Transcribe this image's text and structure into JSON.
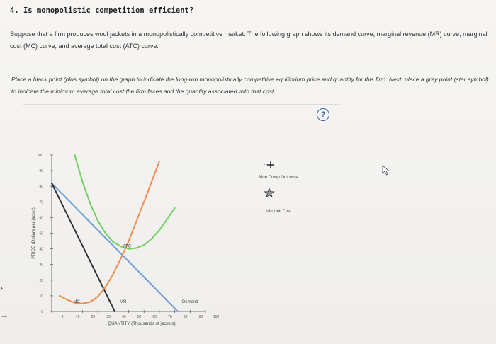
{
  "question": {
    "title": "4. Is monopolistic competition efficient?",
    "paragraph1": "Suppose that a firm produces wool jackets in a monopolistically competitive market. The following graph shows its demand curve, marginal revenue (MR) curve, marginal cost (MC) curve, and average total cost (ATC) curve.",
    "paragraph2": "Place a black point (plus symbol) on the graph to indicate the long-run monopolistically competitive equilibrium price and quantity for this firm. Next, place a grey point (star symbol) to indicate the minimum average total cost the firm faces and the quantity associated with that cost."
  },
  "help": {
    "label": "?"
  },
  "tools": [
    {
      "name": "Mon Comp Outcome",
      "icon": "plus-point-icon",
      "color": "#000000"
    },
    {
      "name": "Min Unit Cost",
      "icon": "star-point-icon",
      "color": "#999999"
    }
  ],
  "chart_data": {
    "type": "line",
    "xlabel": "QUANTITY (Thousands of jackets)",
    "ylabel": "PRICE (Dollars per jacket)",
    "xlim": [
      0,
      100
    ],
    "ylim": [
      0,
      100
    ],
    "xticks": [
      "0",
      "10",
      "20",
      "30",
      "40",
      "50",
      "60",
      "70",
      "80",
      "90",
      "100"
    ],
    "yticks": [
      "0",
      "10",
      "20",
      "30",
      "40",
      "50",
      "60",
      "70",
      "80",
      "90",
      "100"
    ],
    "series": [
      {
        "name": "Demand",
        "color": "#6b9ed6",
        "points": [
          [
            0,
            82
          ],
          [
            82,
            0
          ]
        ]
      },
      {
        "name": "MR",
        "color": "#333333",
        "points": [
          [
            0,
            82
          ],
          [
            41,
            0
          ]
        ]
      },
      {
        "name": "MC",
        "color": "#f08b4f",
        "points": [
          [
            5,
            10
          ],
          [
            10,
            7.5
          ],
          [
            15,
            5.5
          ],
          [
            20,
            5
          ],
          [
            25,
            6
          ],
          [
            30,
            9.5
          ],
          [
            35,
            15.5
          ],
          [
            40,
            24
          ],
          [
            45,
            34
          ],
          [
            50,
            45
          ],
          [
            55,
            57.5
          ],
          [
            60,
            70
          ],
          [
            65,
            83
          ],
          [
            70,
            96
          ]
        ]
      },
      {
        "name": "ATC",
        "color": "#6fcf5f",
        "points": [
          [
            15,
            100
          ],
          [
            20,
            83
          ],
          [
            25,
            69
          ],
          [
            30,
            58
          ],
          [
            35,
            50
          ],
          [
            40,
            44.5
          ],
          [
            45,
            41.5
          ],
          [
            50,
            40
          ],
          [
            55,
            40.5
          ],
          [
            60,
            42.5
          ],
          [
            65,
            46.5
          ],
          [
            70,
            52
          ],
          [
            75,
            59
          ],
          [
            80,
            66
          ]
        ]
      }
    ]
  }
}
